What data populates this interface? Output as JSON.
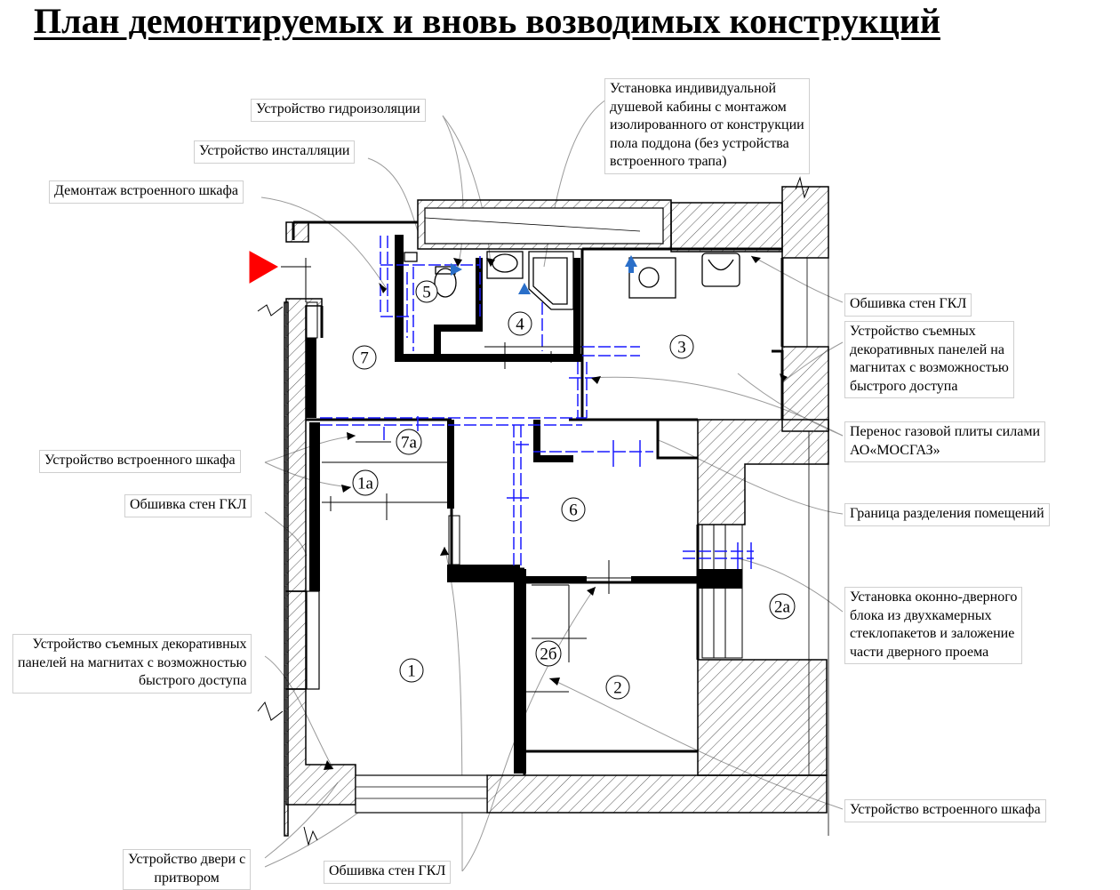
{
  "title": "План демонтируемых и вновь возводимых конструкций",
  "callouts": {
    "waterproofing": "Устройство гидроизоляции",
    "shower_cabin": "Установка индивидуальной\nдушевой кабины с монтажом\nизолированного от конструкции\nпола поддона (без устройства\nвстроенного трапа)",
    "installation": "Устройство инсталляции",
    "dismantle_wardrobe": "Демонтаж встроенного шкафа",
    "gkl_right_top": "Обшивка стен ГКЛ",
    "removable_panels_right": "Устройство съемных\nдекоративных панелей на\nмагнитах с возможностью\nбыстрого доступа",
    "gas_stove": "Перенос газовой плиты силами\nАО«МОСГАЗ»",
    "wardrobe_left": "Устройство встроенного шкафа",
    "gkl_left": "Обшивка стен ГКЛ",
    "room_boundary": "Граница разделения помещений",
    "window_door": "Установка оконно-дверного\nблока из двухкамерных\nстеклопакетов  и заложение\nчасти дверного проема",
    "removable_panels_left": "Устройство съемных декоративных\nпанелей на магнитах с возможностью\nбыстрого доступа",
    "wardrobe_bottom": "Устройство встроенного шкафа",
    "door_vestibule": "Устройство двери с\nпритвором",
    "gkl_bottom": "Обшивка стен ГКЛ"
  },
  "rooms": [
    {
      "id": "r7",
      "label": "7"
    },
    {
      "id": "r5",
      "label": "5"
    },
    {
      "id": "r4",
      "label": "4"
    },
    {
      "id": "r3",
      "label": "3"
    },
    {
      "id": "r7a",
      "label": "7а"
    },
    {
      "id": "r1a",
      "label": "1а"
    },
    {
      "id": "r6",
      "label": "6"
    },
    {
      "id": "r1",
      "label": "1"
    },
    {
      "id": "r2b",
      "label": "2б"
    },
    {
      "id": "r2",
      "label": "2"
    },
    {
      "id": "r2a",
      "label": "2а"
    }
  ],
  "colors": {
    "entrance_marker": "#ff0000",
    "new_partitions": "#1a1aff",
    "flow_arrows": "#2a6fc9",
    "walls": "#000000"
  }
}
